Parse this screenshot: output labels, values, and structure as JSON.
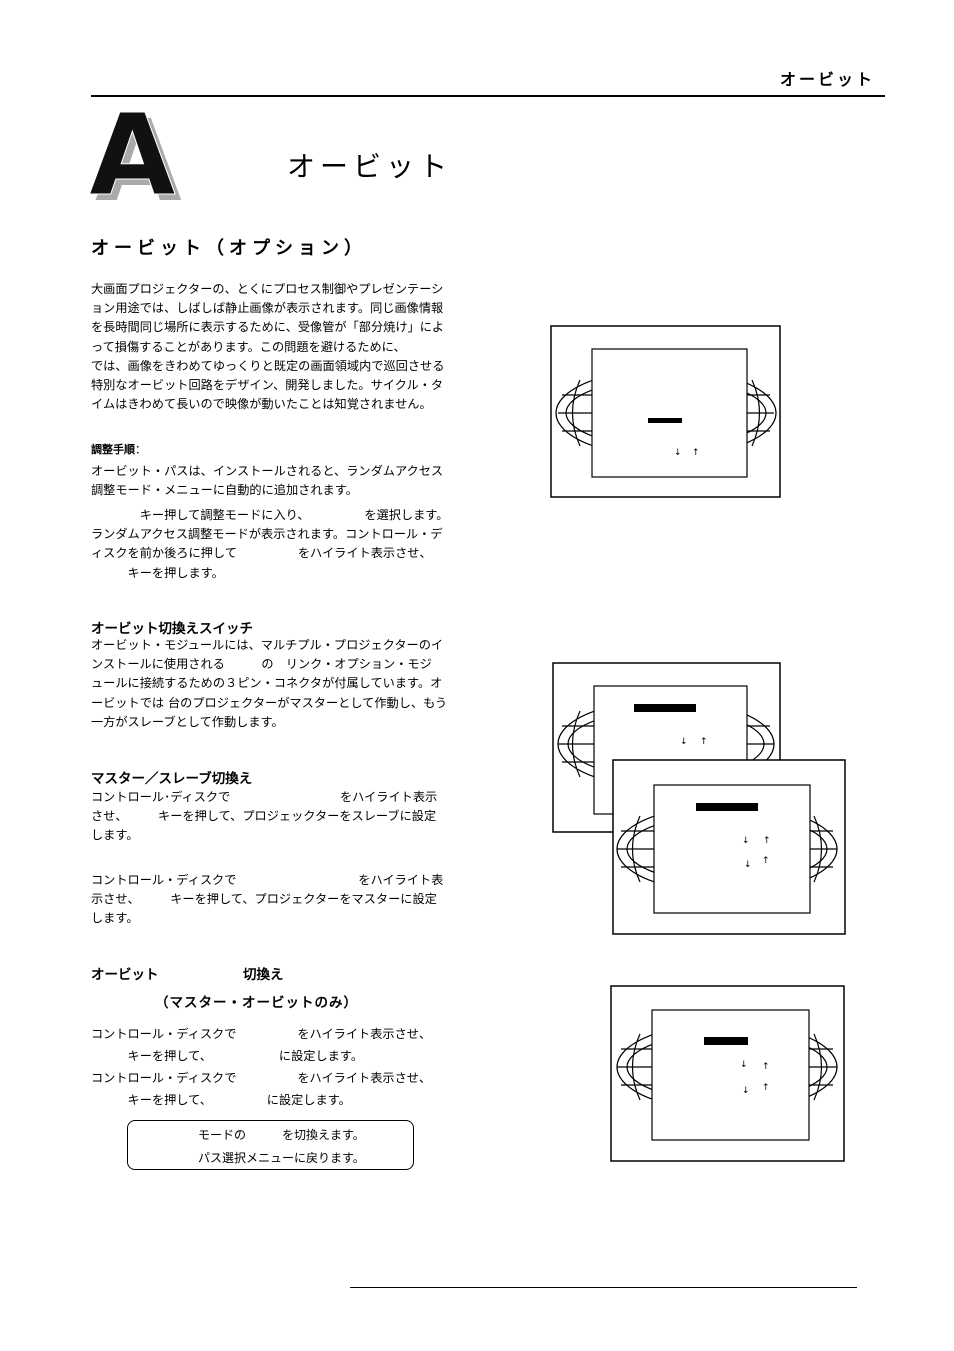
{
  "header": {
    "title": "オービット"
  },
  "chapter": {
    "letter": "A",
    "title": "オービット"
  },
  "section": {
    "title": "オービット（オプション）"
  },
  "intro": {
    "lines": [
      "大画面プロジェクターの、とくにプロセス制御やプレゼンテーシ",
      "ョン用途では、しばしば静止画像が表示されます。同じ画像情報",
      "を長時間同じ場所に表示するために、受像管が「部分焼け」によ",
      "って損傷することがあります。この問題を避けるために、",
      "では、画像をきわめてゆっくりと既定の画面領域内で巡回させる",
      "特別なオービット回路をデザイン、開発しました。サイクル・タ",
      "イムはきわめて長いので映像が動いたことは知覚されません。"
    ]
  },
  "procedure": {
    "heading": "調整手順",
    "colon": "：",
    "p1_lines": [
      "オービット・パスは、インストールされると、ランダムアクセス",
      "調整モード・メニューに自動的に追加されます。"
    ],
    "p2_lines": [
      "　　　　キー押して調整モードに入り、　　　　　を選択します。",
      "ランダムアクセス調整モードが表示されます。コントロール・デ",
      "ィスクを前か後ろに押して　　　　　をハイライト表示させ、",
      "　　　キーを押します。"
    ]
  },
  "switch_section": {
    "title": "オービット切換えスイッチ",
    "lines": [
      "オービット・モジュールには、マルチプル・プロジェクターのイ",
      "ンストールに使用される　　　の　リンク・オプション・モジ",
      "ュールに接続するための３ピン・コネクタが付属しています。オ",
      "ービットでは 台のプロジェクターがマスターとして作動し、もう",
      "一方がスレーブとして作動します。"
    ]
  },
  "master_slave": {
    "title": "マスター／スレーブ切換え",
    "p1_lines": [
      "コントロール･ディスクで　　　　　　　　　をハイライト表示",
      "させ、　　　キーを押して、プロジェックターをスレーブに設定",
      "します。"
    ],
    "p2_lines": [
      "コントロール・ディスクで　　　　　　　　　　をハイライト表",
      "示させ、　　　キーを押して、プロジェクターをマスターに設定",
      "します。"
    ]
  },
  "orbit_switch": {
    "title_left": "オービット",
    "title_right": "切換え",
    "subtitle": "（マスター・オービットのみ）",
    "lines": [
      "コントロール・ディスクで　　　　　をハイライト表示させ、",
      "　　　キーを押して、　　　　　　に設定します。",
      "コントロール・ディスクで　　　　　をハイライト表示させ、",
      "　　　キーを押して、　　　　　に設定します。"
    ]
  },
  "note_box": {
    "line1": "モードの　　　を切換えます。",
    "line2": "パス選択メニューに戻ります。"
  }
}
